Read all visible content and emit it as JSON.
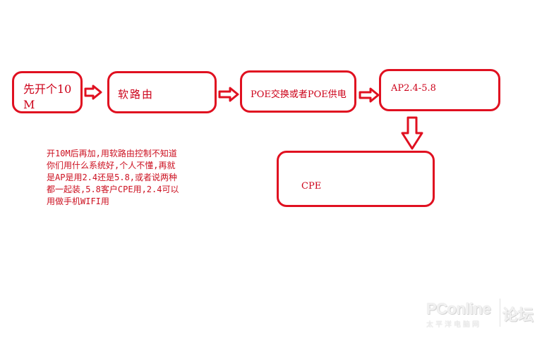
{
  "colors": {
    "accent": "#e01020",
    "text": "#cc0018",
    "background": "#ffffff"
  },
  "nodes": [
    {
      "id": "n1",
      "label": "先开个10M"
    },
    {
      "id": "n2",
      "label": "软路由"
    },
    {
      "id": "n3",
      "label": "POE交换或者POE供电"
    },
    {
      "id": "n4",
      "label": "AP2.4-5.8"
    },
    {
      "id": "n5",
      "label": "CPE"
    }
  ],
  "note": "开10M后再加,用软路由控制不知道\n你们用什么系统好,个人不懂,再就\n是AP是用2.4还是5.8,或者说两种\n都一起装,5.8客户CPE用,2.4可以\n用做手机WIFI用",
  "watermark": {
    "logo": "PConline",
    "sub": "太平洋电脑网",
    "forum": "论坛"
  }
}
